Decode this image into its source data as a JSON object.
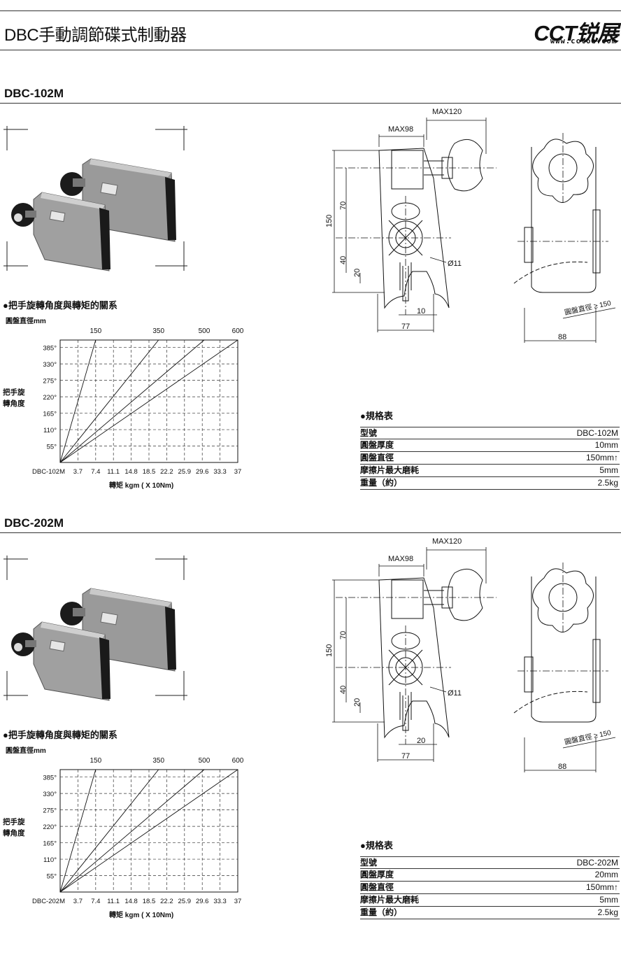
{
  "header": {
    "title": "DBC手動調節碟式制動器",
    "logo_text": "CCT锐展",
    "logo_url": "www.cctoe.com"
  },
  "sections": [
    {
      "model_title": "DBC-102M",
      "chart_title": "●把手旋轉角度與轉矩的關系",
      "spec": {
        "title": "●規格表",
        "rows": [
          {
            "label": "型號",
            "value": "DBC-102M"
          },
          {
            "label": "圓盤厚度",
            "value": "10mm"
          },
          {
            "label": "圓盤直徑",
            "value": "150mm↑"
          },
          {
            "label": "摩擦片最大磨耗",
            "value": "5mm"
          },
          {
            "label": "重量（約）",
            "value": "2.5kg"
          }
        ]
      },
      "drawing": {
        "max120": "MAX120",
        "max98": "MAX98",
        "h150": "150",
        "h70": "70",
        "h40": "40",
        "h20": "20",
        "hole": "Ø11",
        "w_small": "10",
        "w77": "77",
        "w88": "88",
        "disc_note": "圓盤直徑 ≥ 150"
      }
    },
    {
      "model_title": "DBC-202M",
      "chart_title": "●把手旋轉角度與轉矩的關系",
      "spec": {
        "title": "●規格表",
        "rows": [
          {
            "label": "型號",
            "value": "DBC-202M"
          },
          {
            "label": "圓盤厚度",
            "value": "20mm"
          },
          {
            "label": "圓盤直徑",
            "value": "150mm↑"
          },
          {
            "label": "摩擦片最大磨耗",
            "value": "5mm"
          },
          {
            "label": "重量（約）",
            "value": "2.5kg"
          }
        ]
      },
      "drawing": {
        "max120": "MAX120",
        "max98": "MAX98",
        "h150": "150",
        "h70": "70",
        "h40": "40",
        "h20": "20",
        "hole": "Ø11",
        "w_small": "20",
        "w77": "77",
        "w88": "88",
        "disc_note": "圓盤直徑 ≥ 150"
      }
    }
  ],
  "chart_data": [
    {
      "type": "line",
      "ylabel_top": "圓盤直徑mm",
      "ylabel": "把手旋轉角度",
      "xlabel": "轉矩 kgm ( X 10Nm)",
      "x_origin_label": "DBC-102M",
      "x": [
        3.7,
        7.4,
        11.1,
        14.8,
        18.5,
        22.2,
        25.9,
        29.6,
        33.3,
        37
      ],
      "y_ticks": [
        "385°",
        "330°",
        "275°",
        "220°",
        "165°",
        "110°",
        "55°"
      ],
      "xlim": [
        0,
        37
      ],
      "ylim": [
        0,
        410
      ],
      "grid": true,
      "series": [
        {
          "name": "150",
          "points": [
            [
              0,
              0
            ],
            [
              7.4,
              410
            ]
          ]
        },
        {
          "name": "350",
          "points": [
            [
              0,
              0
            ],
            [
              20.5,
              410
            ]
          ]
        },
        {
          "name": "500",
          "points": [
            [
              0,
              0
            ],
            [
              30.0,
              410
            ]
          ]
        },
        {
          "name": "600",
          "points": [
            [
              0,
              0
            ],
            [
              37,
              410
            ]
          ]
        }
      ]
    },
    {
      "type": "line",
      "ylabel_top": "圓盤直徑mm",
      "ylabel": "把手旋轉角度",
      "xlabel": "轉矩 kgm ( X 10Nm)",
      "x_origin_label": "DBC-202M",
      "x": [
        3.7,
        7.4,
        11.1,
        14.8,
        18.5,
        22.2,
        25.9,
        29.6,
        33.3,
        37
      ],
      "y_ticks": [
        "385°",
        "330°",
        "275°",
        "220°",
        "165°",
        "110°",
        "55°"
      ],
      "xlim": [
        0,
        37
      ],
      "ylim": [
        0,
        410
      ],
      "grid": true,
      "series": [
        {
          "name": "150",
          "points": [
            [
              0,
              0
            ],
            [
              7.4,
              410
            ]
          ]
        },
        {
          "name": "350",
          "points": [
            [
              0,
              0
            ],
            [
              20.5,
              410
            ]
          ]
        },
        {
          "name": "500",
          "points": [
            [
              0,
              0
            ],
            [
              30.0,
              410
            ]
          ]
        },
        {
          "name": "600",
          "points": [
            [
              0,
              0
            ],
            [
              37,
              410
            ]
          ]
        }
      ]
    }
  ]
}
